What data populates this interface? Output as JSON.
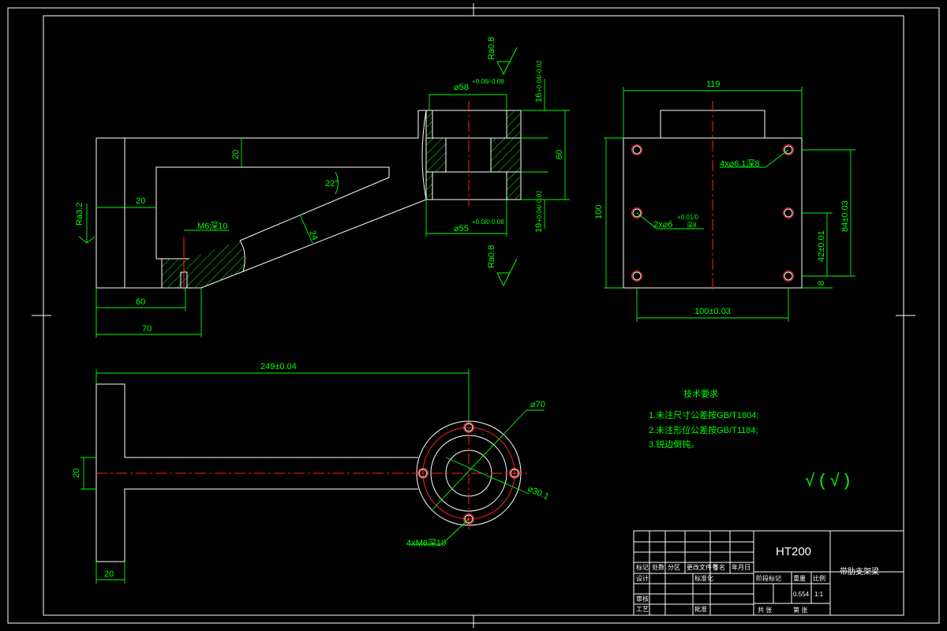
{
  "dims": {
    "top_front": {
      "d58": "⌀58",
      "d58_tol": "+0.08/-0.08",
      "h16": "16",
      "h16_tol": "+0.04/-0.02",
      "h60": "60",
      "d55": "⌀55",
      "d55_tol": "+0.08/-0.08",
      "h19": "19",
      "h19_tol": "+0.04/-0.02",
      "h20": "20",
      "w20": "20",
      "ang22": "22°",
      "w24": "24",
      "m6": "M6深10",
      "w60": "60",
      "w70": "70",
      "ra32": "Ra3.2",
      "ra08_top": "Ra0.8",
      "ra08_bot": "Ra0.8"
    },
    "side": {
      "w119": "119",
      "h100": "100",
      "holes4": "4x⌀6.1深8",
      "holes2": "2x⌀6",
      "holes2_tol": "+0.01/0",
      "holes2_depth": "深8",
      "h84": "84±0.03",
      "h42": "42±0.01",
      "h8": "8",
      "w100": "100±0.03"
    },
    "plan": {
      "len249": "249±0.04",
      "h20": "20",
      "w20": "20",
      "d70": "⌀70",
      "d30": "⌀30.1",
      "m6holes": "4xM6深10"
    }
  },
  "notes": {
    "title": "技术要求",
    "items": [
      "1.未注尺寸公差按GB/T1804;",
      "2.未注形位公差按GB/T1184;",
      "3.锐边倒钝。"
    ]
  },
  "roughness_symbol": "√ ( √ )",
  "title_block": {
    "material": "HT200",
    "part_name": "带肋支架梁",
    "weight": "0.554",
    "scale": "1:1",
    "row_labels": [
      "标记",
      "处数",
      "分区",
      "更改文件号",
      "签名",
      "年月日"
    ],
    "designer": "设计",
    "standardize": "标准化",
    "review": "审核",
    "process": "工艺",
    "approve": "批准",
    "stage_label": "阶段标记",
    "weight_label": "重量",
    "scale_label": "比例",
    "sheet_total": "共 张",
    "sheet_no": "第 张"
  }
}
